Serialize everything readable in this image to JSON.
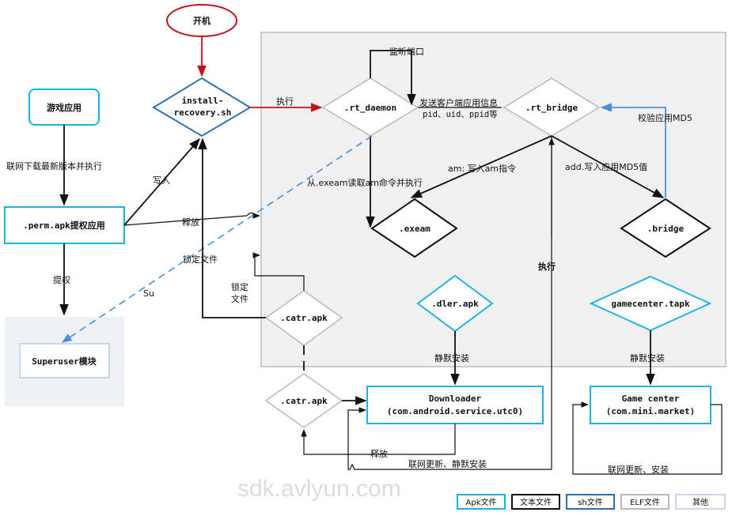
{
  "nodes": {
    "power_on": "开机",
    "install_recovery": [
      "install-",
      "recovery.sh"
    ],
    "rt_daemon": ".rt_daemon",
    "rt_bridge": ".rt_bridge",
    "game_app": "游戏应用",
    "perm_apk": ".perm.apk提权应用",
    "superuser": "Superuser模块",
    "exeam": ".exeam",
    "bridge": ".bridge",
    "catr_inner": ".catr.apk",
    "catr_outer": ".catr.apk",
    "dler": ".dler.apk",
    "gamecenter_tapk": "gamecenter.tapk",
    "downloader": [
      "Downloader",
      "(com.android.service.utc0)"
    ],
    "gamecenter": [
      "Game center",
      "(com.mini.market)"
    ]
  },
  "labels": {
    "download_latest": "联网下载最新版本并执行",
    "write_in": "写入",
    "execute_1": "执行",
    "listen_port": "监听端口",
    "send_client_info": "发送客户端应用信息",
    "pid_info": "pid、uid、ppid等",
    "verify_md5": "校验应用MD5",
    "am_write": "am: 写入am指令",
    "add_write": "add.写入应用MD5值",
    "read_exeam": "从.exeam读取am命令并执行",
    "release_1": "释放",
    "lock_file_1": "锁定文件",
    "lock_file_2": [
      "锁定",
      "文件"
    ],
    "root": "提权",
    "su": "Su",
    "execute_2": "执行",
    "silent_install_1": "静默安装",
    "silent_install_2": "静默安装",
    "release_2": "释放",
    "net_update_silent": "联网更新、静默安装",
    "net_update_install": "联网更新、安装"
  },
  "watermark": "sdk.avlyun.com",
  "legend": [
    "Apk文件",
    "文本文件",
    "sh文件",
    "ELF文件",
    "其他"
  ],
  "colors": {
    "apk": "#1cb3e8",
    "text_file": "#111111",
    "sh": "#2f6fb5",
    "elf": "#b9b9b9",
    "other": "#c8d7ee",
    "power_red": "#c0141c",
    "blue_arrow": "#4a90d9",
    "panel_fill": "#f0f0f0"
  }
}
